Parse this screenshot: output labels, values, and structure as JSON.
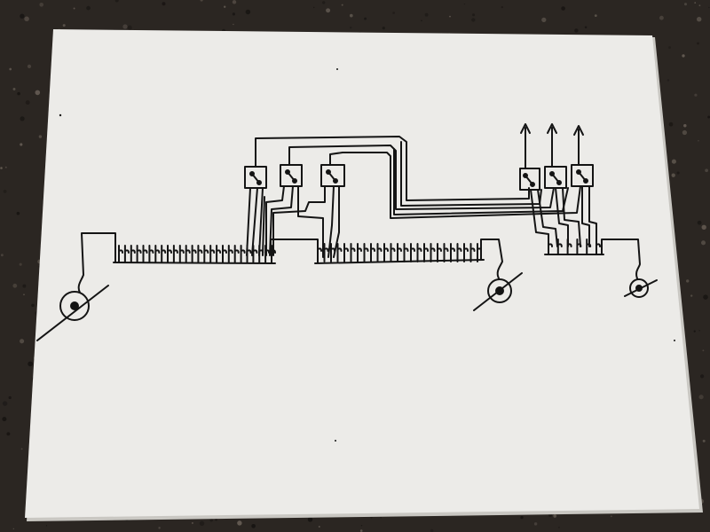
{
  "colors": {
    "countertop": "#2b2622",
    "countertop_speckle_light": "#6b6259",
    "countertop_speckle_dark": "#151210",
    "paper": "#ecebe8",
    "paper_shadow": "#c9c7c2",
    "ink": "#141414"
  },
  "diagram": {
    "description_visible_text": "",
    "track_segments": [
      {
        "label": "left-spine",
        "contacts": 26
      },
      {
        "label": "middle-spine",
        "contacts": 25
      },
      {
        "label": "right-spine",
        "contacts": 6
      }
    ],
    "relay_groups": [
      {
        "label": "left-relay-bank",
        "count": 3
      },
      {
        "label": "right-relay-bank",
        "count": 3
      }
    ],
    "output_arrows": 3,
    "wheels": 3
  }
}
